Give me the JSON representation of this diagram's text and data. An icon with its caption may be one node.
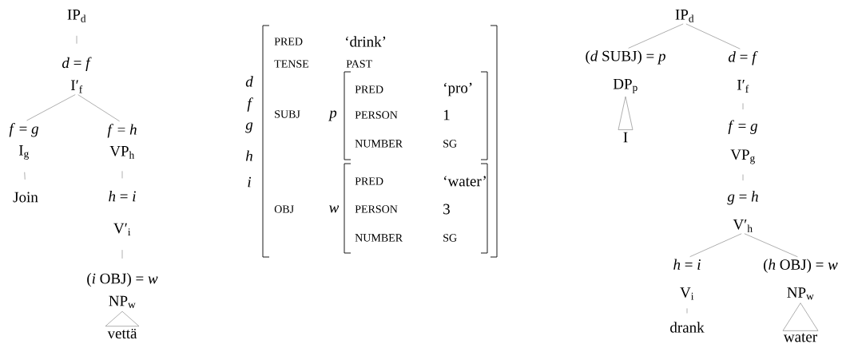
{
  "diagram": {
    "nodes": [
      {
        "text": [
          "IP$_{d}$"
        ]
      },
      {
        "text": [
          "*d* = *f*",
          "I′$_{f}$"
        ]
      },
      {
        "text": [
          "*f* = *g*",
          "I$_{g}$"
        ]
      },
      {
        "text": [
          "*f* = *h*",
          "VP$_{h}$"
        ]
      },
      {
        "text": [
          "Join"
        ]
      },
      {
        "text": [
          "*h* = *i*",
          "V′$_{i}$"
        ]
      },
      {
        "text": [
          "(*i* OBJ) = *w*",
          "NP$_{w}$"
        ]
      },
      {
        "text": [
          "vettä"
        ]
      },
      {
        "text": [
          "PRED",
          "‘drink’",
          "TENSE",
          "PAST",
          "SUBJ",
          "OBJ"
        ],
        "beside": [
          "d",
          "f",
          "g",
          "h",
          "i"
        ]
      },
      {
        "text": [
          "PRED",
          "‘pro’",
          "PERSON",
          "1",
          "NUMBER",
          "SG"
        ],
        "beside": [
          "p"
        ],
        "in": 8
      },
      {
        "text": [
          "PRED",
          "‘water’",
          "PERSON",
          "3",
          "NUMBER",
          "SG"
        ],
        "beside": [
          "w"
        ],
        "in": 8
      },
      {
        "text": [
          "IP$_{d}$"
        ]
      },
      {
        "text": [
          "(*d* SUBJ) = *p*",
          "DP$_{p}$"
        ]
      },
      {
        "text": [
          "*d* = *f*",
          "I′$_{f}$"
        ]
      },
      {
        "text": [
          "I"
        ]
      },
      {
        "text": [
          "*f* = *g*",
          "VP$_{g}$"
        ]
      },
      {
        "text": [
          "*g* = *h*",
          "V′$_{h}$"
        ]
      },
      {
        "text": [
          "*h* = *i*",
          "V$_{i}$"
        ]
      },
      {
        "text": [
          "(*h* OBJ) = *w*",
          "NP$_{w}$"
        ]
      },
      {
        "text": [
          "drank"
        ]
      },
      {
        "text": [
          "water"
        ]
      }
    ],
    "edges": [
      {
        "from": 0,
        "to": 1,
        "arrow": "none"
      },
      {
        "from": 1,
        "to": 2,
        "arrow": "none"
      },
      {
        "from": 1,
        "to": 3,
        "arrow": "none"
      },
      {
        "from": 2,
        "to": 4,
        "arrow": "none"
      },
      {
        "from": 3,
        "to": 5,
        "arrow": "none"
      },
      {
        "from": 5,
        "to": 6,
        "arrow": "none"
      },
      {
        "from": 6,
        "to": 7,
        "arrow": "none"
      },
      {
        "from": 11,
        "to": 12,
        "arrow": "none"
      },
      {
        "from": 11,
        "to": 13,
        "arrow": "none"
      },
      {
        "from": 12,
        "to": 14,
        "arrow": "none"
      },
      {
        "from": 13,
        "to": 15,
        "arrow": "none"
      },
      {
        "from": 15,
        "to": 16,
        "arrow": "none"
      },
      {
        "from": 16,
        "to": 17,
        "arrow": "none"
      },
      {
        "from": 16,
        "to": 18,
        "arrow": "none"
      },
      {
        "from": 17,
        "to": 19,
        "arrow": "none"
      },
      {
        "from": 18,
        "to": 20,
        "arrow": "none"
      }
    ]
  }
}
